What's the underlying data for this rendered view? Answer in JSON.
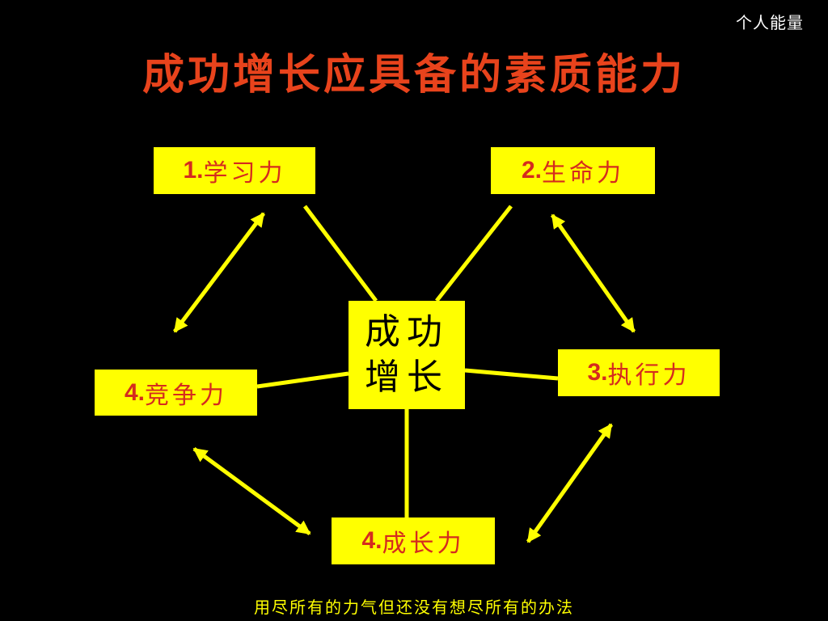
{
  "header": {
    "corner_label": "个人能量",
    "title": "成功增长应具备的素质能力"
  },
  "center": {
    "line1": "成功",
    "line2": "增长"
  },
  "nodes": [
    {
      "number": "1.",
      "label": "学习力"
    },
    {
      "number": "2.",
      "label": "生命力"
    },
    {
      "number": "3.",
      "label": "执行力"
    },
    {
      "number": "4.",
      "label": "竞争力"
    },
    {
      "number": "4.",
      "label": "成长力"
    }
  ],
  "footer": {
    "text": "用尽所有的力气但还没有想尽所有的办法"
  },
  "colors": {
    "background": "#000000",
    "title": "#e8431c",
    "box": "#ffff00",
    "box_label": "#d52b1e",
    "connector_dark": "#000000",
    "connector_light": "#ffff00",
    "footer": "#ffff00"
  }
}
